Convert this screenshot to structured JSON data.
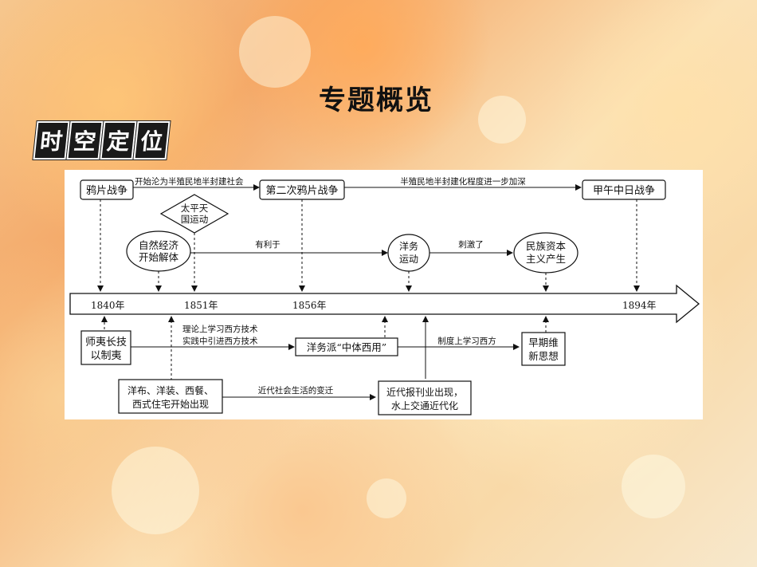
{
  "header": {
    "title": "专题概览",
    "badge": [
      "时",
      "空",
      "定",
      "位"
    ]
  },
  "diagram": {
    "events": {
      "opium_war": "鸦片战争",
      "second_opium_war": "第二次鸦片战争",
      "sino_japanese_war": "甲午中日战争"
    },
    "top_arrows": {
      "a1": "开始沦为半殖民地半封建社会",
      "a2": "半殖民地半封建化程度进一步加深"
    },
    "taiping": [
      "太平天",
      "国运动"
    ],
    "natural_economy": [
      "自然经济",
      "开始解体"
    ],
    "beneficial": "有利于",
    "westernization": [
      "洋务",
      "运动"
    ],
    "stimulated": "刺激了",
    "national_capital": [
      "民族资本",
      "主义产生"
    ],
    "years": [
      "1840年",
      "1851年",
      "1856年",
      "1894年"
    ],
    "learn_west": [
      "师夷长技",
      "以制夷"
    ],
    "theory_lines": [
      "理论上学习西方技术",
      "实践中引进西方技术"
    ],
    "westernization_faction": "洋务派“中体西用”",
    "institution": "制度上学习西方",
    "early_reform": [
      "早期维",
      "新思想"
    ],
    "daily_life": [
      "洋布、洋装、西餐、",
      "西式住宅开始出现"
    ],
    "social_change": "近代社会生活的变迁",
    "press": [
      "近代报刊业出现，",
      "水上交通近代化"
    ]
  }
}
